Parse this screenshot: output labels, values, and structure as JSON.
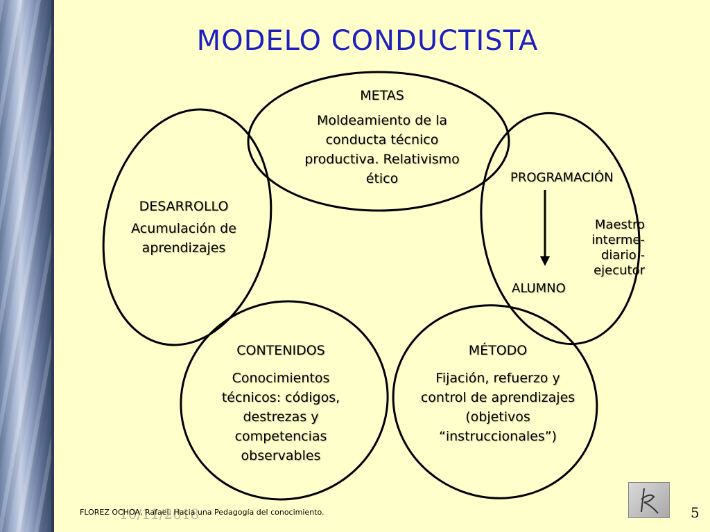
{
  "title": "MODELO CONDUCTISTA",
  "metas": {
    "heading": "METAS",
    "lines": [
      "Moldeamiento de la",
      "conducta técnico",
      "productiva. Relativismo",
      "ético"
    ]
  },
  "desarrollo": {
    "heading": "DESARROLLO",
    "lines": [
      "Acumulación de",
      "aprendizajes"
    ]
  },
  "programacion": {
    "heading": "PROGRAMACIÓN",
    "lines": [
      "Maestro",
      "interme-",
      "diario -",
      "ejecutor"
    ],
    "bottom_label": "ALUMNO"
  },
  "contenidos": {
    "heading": "CONTENIDOS",
    "lines": [
      "Conocimientos",
      "técnicos: códigos,",
      "destrezas y",
      "competencias",
      "observables"
    ]
  },
  "metodo": {
    "heading": "MÉTODO",
    "lines": [
      "Fijación, refuerzo y",
      "control de aprendizajes",
      "(objetivos",
      "“instruccionales”)"
    ]
  },
  "footer": {
    "date": "10/11/2018",
    "credit": "FLOREZ OCHOA, Rafael. Hacia una Pedagogía del conocimiento.",
    "page_number": "5"
  },
  "colors": {
    "background": "#FFFFCC",
    "title": "#1F1FBF"
  }
}
